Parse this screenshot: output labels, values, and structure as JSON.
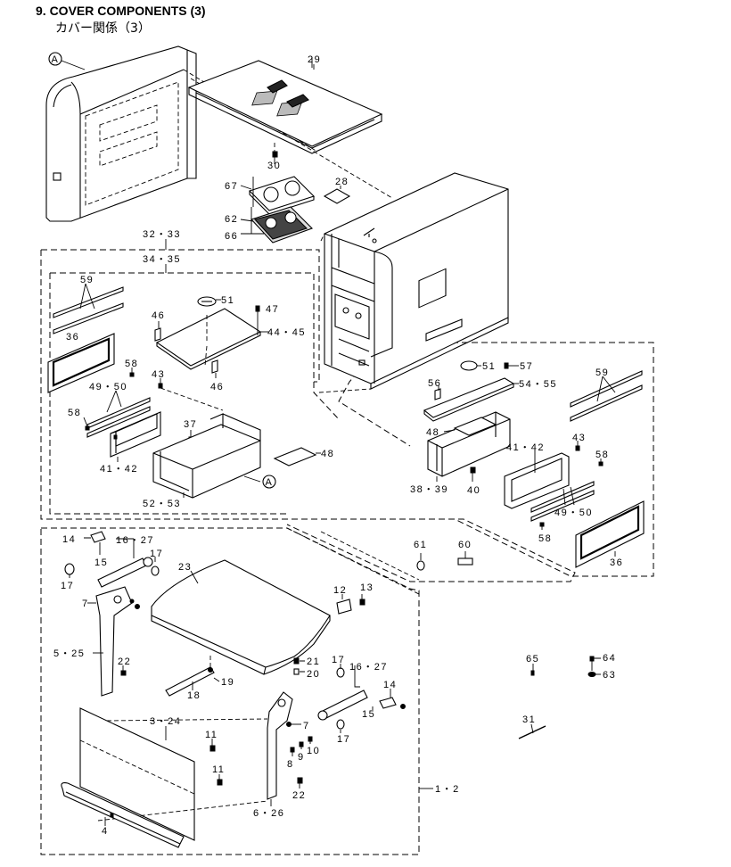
{
  "header": {
    "title": "9.  COVER COMPONENTS (3)",
    "subtitle": "カバー関係（3）"
  },
  "ref_marker": "A",
  "labels": {
    "p29": "29",
    "p30": "30",
    "p67": "67",
    "p62": "62",
    "p66": "66",
    "p28": "28",
    "p32_33": "32・33",
    "p34_35": "34・35",
    "p59_left": "59",
    "p36_left": "36",
    "p46_top": "46",
    "p51_left": "51",
    "p47": "47",
    "p44_45": "44・45",
    "p46_bottom": "46",
    "p58_left_top": "58",
    "p43_left": "43",
    "p49_50_left": "49・50",
    "p58_left_bottom": "58",
    "p37": "37",
    "p41_42_left": "41・42",
    "p48_left": "48",
    "p52_53": "52・53",
    "p51_right": "51",
    "p57": "57",
    "p56": "56",
    "p54_55": "54・55",
    "p59_right": "59",
    "p48_right": "48",
    "p43_right": "43",
    "p41_42_right": "41・42",
    "p58_right_top": "58",
    "p38_39": "38・39",
    "p40": "40",
    "p49_50_right": "49・50",
    "p58_right_bottom": "58",
    "p36_right": "36",
    "p61": "61",
    "p60": "60",
    "p14_left": "14",
    "p16_27_left": "16・27",
    "p15_left": "15",
    "p17_left_top": "17",
    "p17_left": "17",
    "p23": "23",
    "p12": "12",
    "p13": "13",
    "p7_left": "7",
    "p5_25": "5・25",
    "p22_left": "22",
    "p21": "21",
    "p20": "20",
    "p18": "18",
    "p19": "19",
    "p17_right_top": "17",
    "p16_27_right": "16・27",
    "p14_right": "14",
    "p15_right": "15",
    "p17_right": "17",
    "p7_right": "7",
    "p3_24": "3・24",
    "p11_top": "11",
    "p11_bottom": "11",
    "p8": "8",
    "p9": "9",
    "p10": "10",
    "p22_right": "22",
    "p1_2": "1・2",
    "p6_26": "6・26",
    "p4": "4",
    "p65": "65",
    "p64": "64",
    "p63": "63",
    "p31": "31"
  }
}
